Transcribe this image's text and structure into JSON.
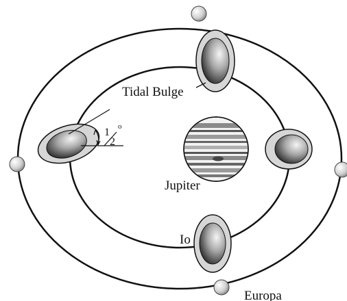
{
  "labels": {
    "tidal_bulge": "Tidal Bulge",
    "jupiter": "Jupiter",
    "io": "Io",
    "europa": "Europa",
    "angle_numerator": "1",
    "angle_denominator": "2",
    "angle_degree": "o"
  },
  "colors": {
    "outline": "#111111",
    "bulge_fill": "#d6d6d6",
    "moon_light": "#f2f2f2",
    "moon_dark": "#2a2a2a",
    "jupiter_band_dark": "#8a8a8a",
    "jupiter_band_light": "#e8e8e8"
  }
}
